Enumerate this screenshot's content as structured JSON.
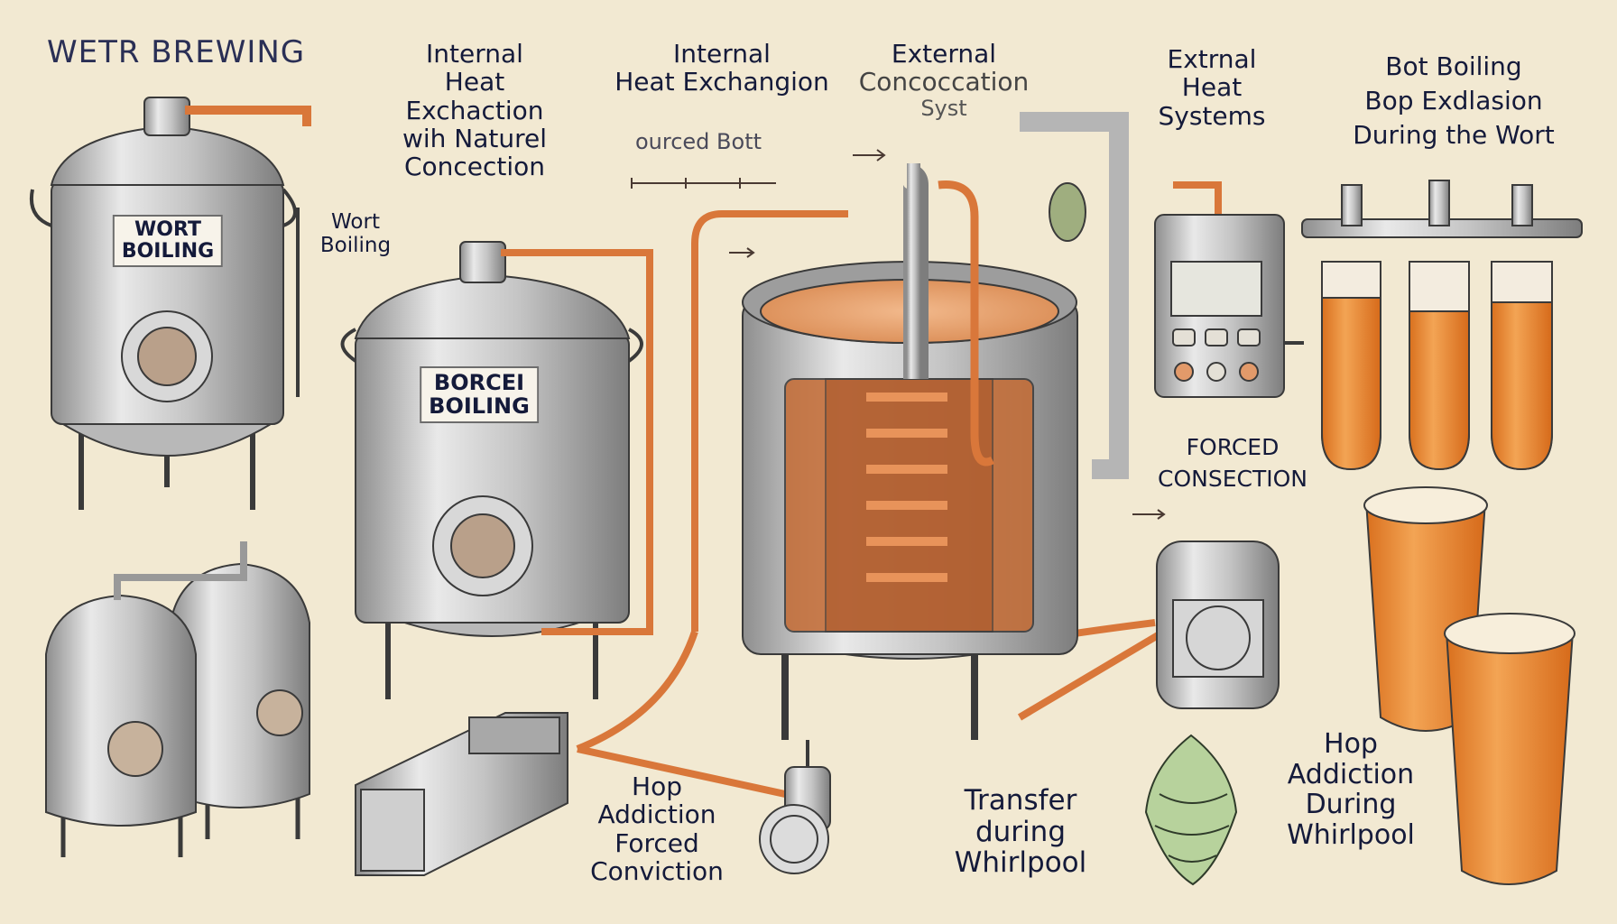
{
  "title": "WETR BREWING",
  "labels": {
    "internal_natural": [
      "Internal",
      "Heat",
      "Exchaction",
      "wih Naturel",
      "Concection"
    ],
    "internal_exchangion": [
      "Internal",
      "Heat Exchangion"
    ],
    "ourced_bott": "ourced Bott",
    "external_concoccation": [
      "External",
      "Concoccation",
      "Syst"
    ],
    "external_heat": [
      "Extrnal",
      "Heat",
      "Systems"
    ],
    "bot_boiling": [
      "Bot Boiling",
      "Bop Exdlasion",
      "During the Wort"
    ],
    "wort_boiling_side": [
      "Wort",
      "Boiling"
    ],
    "forced_consection": [
      "FORCED",
      "CONSECTION"
    ],
    "hop_forced": [
      "Hop",
      "Addiction",
      "Forced",
      "Conviction"
    ],
    "transfer_whirlpool": [
      "Transfer",
      "during",
      "Whirlpool"
    ],
    "hop_whirlpool": [
      "Hop",
      "Addiction",
      "During",
      "Whirlpool"
    ]
  },
  "plates": {
    "tank1": [
      "WORT",
      "BOILING"
    ],
    "tank2": [
      "BORCEI",
      "BOILING"
    ]
  },
  "colors": {
    "background": "#f2e9d2",
    "copper": "#d9773a",
    "steel": "#c9c9c9",
    "beer": "#e8892e",
    "hop": "#a9c990",
    "ink": "#141a3a"
  }
}
